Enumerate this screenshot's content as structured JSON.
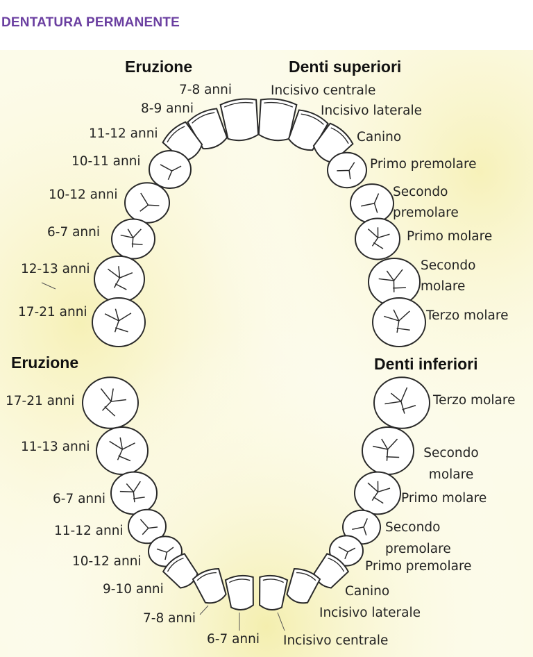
{
  "page_title": "DENTATURA PERMANENTE",
  "upper": {
    "eruption_header": "Eruzione",
    "teeth_header": "Denti superiori",
    "eruption_ages": [
      "7-8 anni",
      "8-9 anni",
      "11-12 anni",
      "10-11 anni",
      "10-12 anni",
      "6-7 anni",
      "12-13 anni",
      "17-21 anni"
    ],
    "teeth_names": [
      "Incisivo centrale",
      "Incisivo laterale",
      "Canino",
      "Primo premolare",
      "Secondo premolare",
      "Primo molare",
      "Secondo molare",
      "Terzo molare"
    ]
  },
  "lower": {
    "eruption_header": "Eruzione",
    "teeth_header": "Denti inferiori",
    "eruption_ages": [
      "17-21 anni",
      "11-13 anni",
      "6-7 anni",
      "11-12 anni",
      "10-12 anni",
      "9-10 anni",
      "7-8 anni",
      "6-7 anni"
    ],
    "teeth_names": [
      "Terzo molare",
      "Secondo molare",
      "Primo molare",
      "Secondo premolare",
      "Primo premolare",
      "Canino",
      "Incisivo laterale",
      "Incisivo centrale"
    ]
  },
  "colors": {
    "title": "#6a3ea0",
    "background_glow": "#f6f0b4",
    "outline": "#2a2a2a"
  }
}
